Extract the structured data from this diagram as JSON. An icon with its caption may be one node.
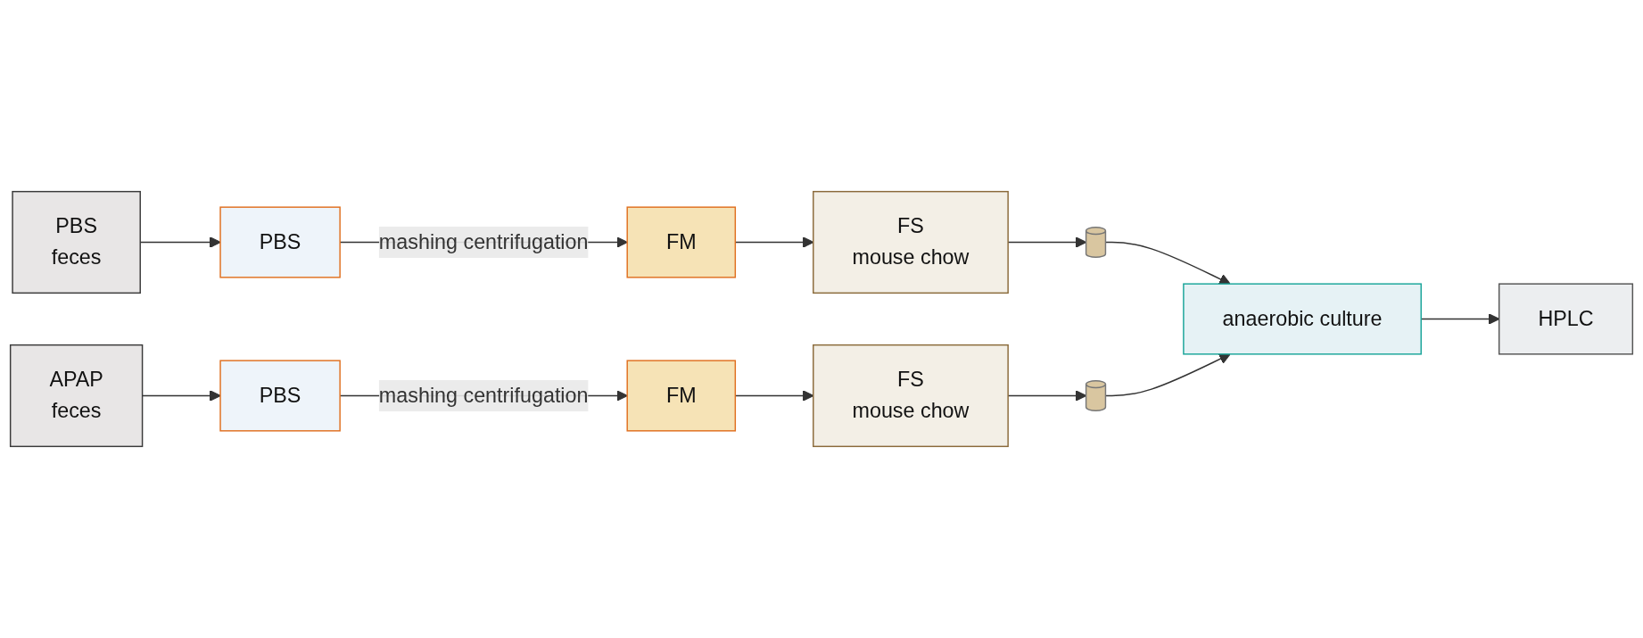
{
  "diagram": {
    "nodes": [
      {
        "text": [
          "PBS",
          "feces"
        ]
      },
      {
        "text": [
          "PBS"
        ]
      },
      {
        "text": [
          "FM"
        ]
      },
      {
        "text": [
          "FS",
          "mouse chow"
        ]
      },
      {
        "text": [],
        "shape": "cylinder"
      },
      {
        "text": [
          "APAP",
          "feces"
        ]
      },
      {
        "text": [
          "PBS"
        ]
      },
      {
        "text": [
          "FM"
        ]
      },
      {
        "text": [
          "FS",
          "mouse chow"
        ]
      },
      {
        "text": [],
        "shape": "cylinder"
      },
      {
        "text": [
          "anaerobic culture"
        ]
      },
      {
        "text": [
          "HPLC"
        ]
      }
    ],
    "edges": [
      {
        "from": 0,
        "to": 1,
        "arrow": "to"
      },
      {
        "from": 1,
        "to": 2,
        "arrow": "to",
        "label": "mashing centrifugation"
      },
      {
        "from": 2,
        "to": 3,
        "arrow": "to"
      },
      {
        "from": 3,
        "to": 4,
        "arrow": "to"
      },
      {
        "from": 4,
        "to": 10,
        "arrow": "to"
      },
      {
        "from": 5,
        "to": 6,
        "arrow": "to"
      },
      {
        "from": 6,
        "to": 7,
        "arrow": "to",
        "label": "mashing centrifugation"
      },
      {
        "from": 7,
        "to": 8,
        "arrow": "to"
      },
      {
        "from": 8,
        "to": 9,
        "arrow": "to"
      },
      {
        "from": 9,
        "to": 10,
        "arrow": "to"
      },
      {
        "from": 10,
        "to": 11,
        "arrow": "to"
      }
    ]
  }
}
